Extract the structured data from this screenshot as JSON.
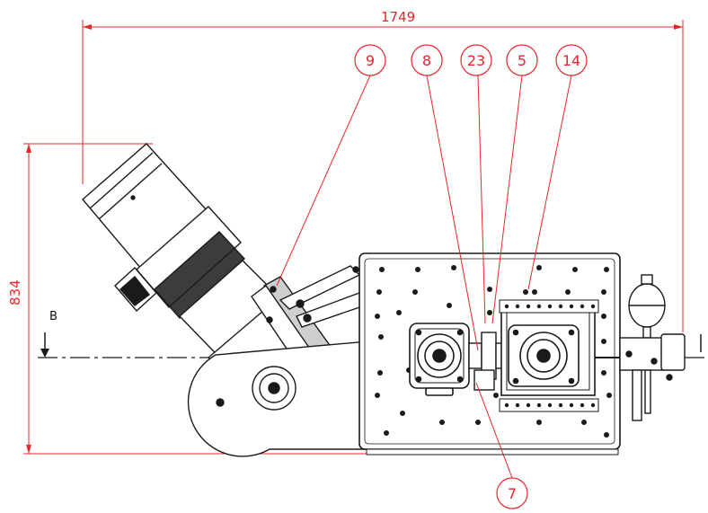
{
  "drawing": {
    "dimension_width": "1749",
    "dimension_height": "834",
    "section_label": "B",
    "callouts": [
      "9",
      "8",
      "23",
      "5",
      "14",
      "7"
    ],
    "colors": {
      "dimension": "#e8262b",
      "line": "#1a1a1a",
      "background": "#ffffff"
    }
  }
}
